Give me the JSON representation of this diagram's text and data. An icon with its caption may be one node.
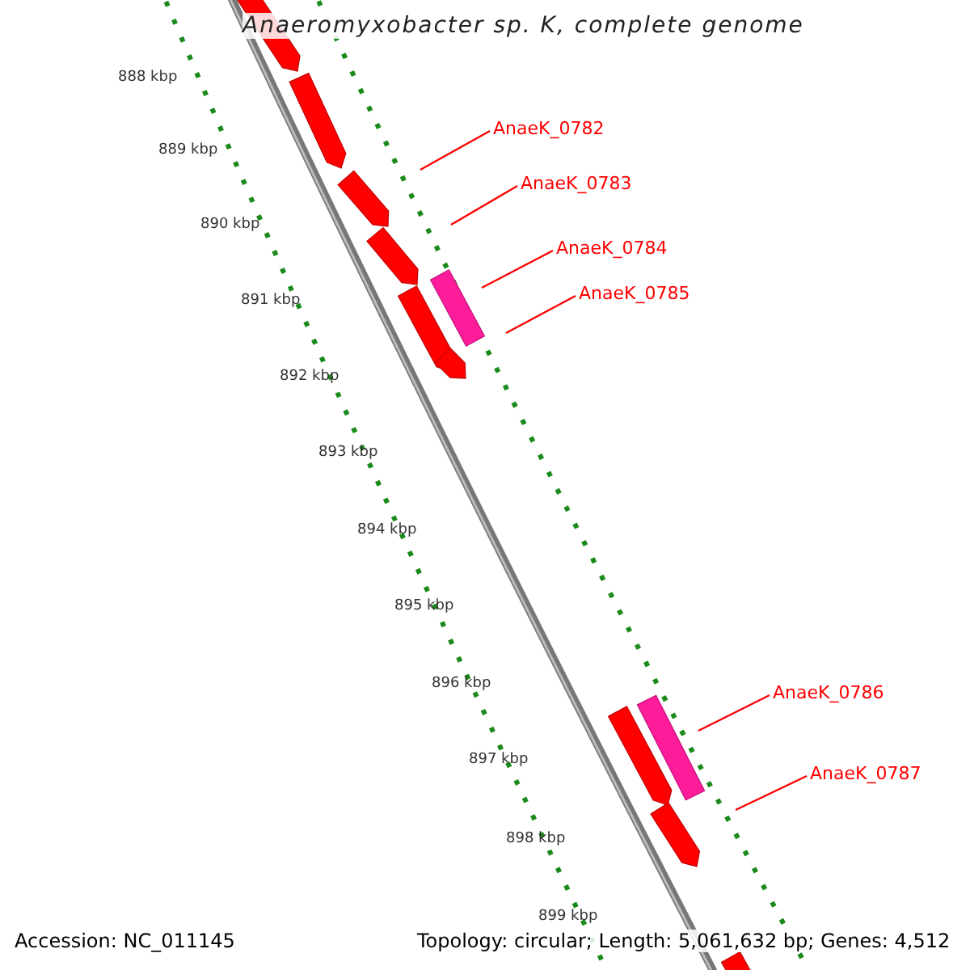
{
  "diagram": {
    "title": "Anaeromyxobacter sp. K, complete genome",
    "nodes": [
      {
        "text": [
          "AnaeK_0782"
        ]
      },
      {
        "text": [
          "AnaeK_0783"
        ]
      },
      {
        "text": [
          "AnaeK_0784"
        ]
      },
      {
        "text": [
          "AnaeK_0785"
        ]
      },
      {
        "text": [
          "AnaeK_0786"
        ]
      },
      {
        "text": [
          "AnaeK_0787"
        ]
      }
    ],
    "edges": [
      {
        "from": 0,
        "to": null,
        "arrow": "none"
      },
      {
        "from": 1,
        "to": null,
        "arrow": "none"
      },
      {
        "from": 2,
        "to": null,
        "arrow": "none"
      },
      {
        "from": 3,
        "to": null,
        "arrow": "none"
      },
      {
        "from": 4,
        "to": null,
        "arrow": "none"
      },
      {
        "from": 5,
        "to": null,
        "arrow": "none"
      }
    ],
    "labels": [
      "888 kbp",
      "889 kbp",
      "890 kbp",
      "891 kbp",
      "892 kbp",
      "893 kbp",
      "894 kbp",
      "895 kbp",
      "896 kbp",
      "897 kbp",
      "898 kbp",
      "899 kbp",
      "Accession: NC_011145",
      "Topology: circular; Length: 5,061,632 bp; Genes: 4,512"
    ]
  }
}
